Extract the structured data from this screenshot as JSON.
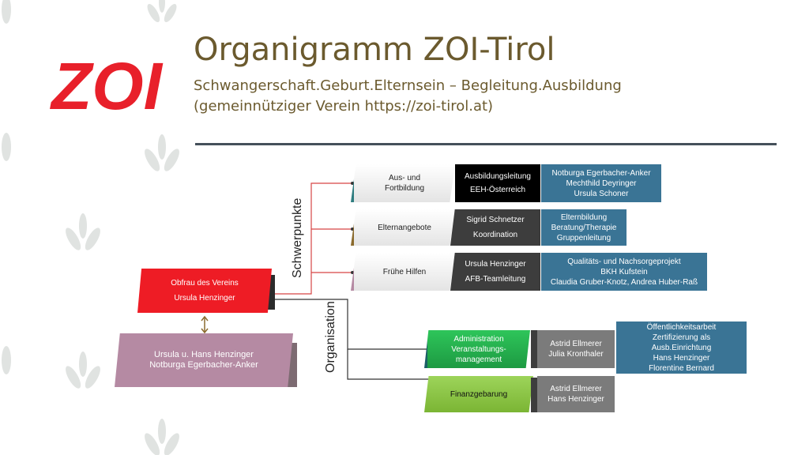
{
  "header": {
    "title": "Organigramm ZOI-Tirol",
    "subtitle_line1": "Schwangerschaft.Geburt.Elternsein – Begleitung.Ausbildung",
    "subtitle_line2": "(gemeinnütziger Verein https://zoi-tirol.at)"
  },
  "logo": {
    "text": "ZOI",
    "color": "#e8202a"
  },
  "colors": {
    "red": "#ee1c25",
    "mauve": "#b58aa3",
    "green": "#22b04c",
    "lime": "#8cc63e",
    "blue": "#3a7495",
    "dark": "#3d3d3d",
    "grey": "#7b7b7b",
    "rule": "#45505a",
    "connector_red": "#d64545"
  },
  "sections": {
    "schwerpunkte": "Schwerpunkte",
    "organisation": "Organisation"
  },
  "obfrau": {
    "line1": "Obfrau des Vereins",
    "line2": "Ursula Henzinger"
  },
  "board": {
    "line1": "Ursula u. Hans Henzinger",
    "line2": "Notburga  Egerbacher-Anker"
  },
  "rows": [
    {
      "area": [
        "Aus- und",
        "Fortbildung"
      ],
      "lead": [
        "Ausbildungsleitung",
        "EEH-Österreich"
      ],
      "people": [
        "Notburga Egerbacher-Anker",
        "Mechthild Deyringer",
        "Ursula Schoner"
      ]
    },
    {
      "area": [
        "Elternangebote"
      ],
      "lead": [
        "Sigrid Schnetzer",
        "Koordination"
      ],
      "people": [
        "Elternbildung",
        "Beratung/Therapie",
        "Gruppenleitung"
      ]
    },
    {
      "area": [
        "Frühe Hilfen"
      ],
      "lead": [
        "Ursula Henzinger",
        "AFB-Teamleitung"
      ],
      "people": [
        "Qualitäts- und Nachsorgeprojekt",
        "BKH Kufstein",
        "Claudia Gruber-Knotz, Andrea Huber-Raß"
      ]
    }
  ],
  "org_rows": [
    {
      "area": [
        "Administration",
        "Veranstaltungs-",
        "management"
      ],
      "people": [
        "Astrid Ellmerer",
        "Julia Kronthaler"
      ],
      "extra": [
        "Öffentlichkeitsarbeit",
        "Zertifizierung als",
        "Ausb.Einrichtung",
        "Hans Henzinger",
        "Florentine Bernard"
      ]
    },
    {
      "area": [
        "Finanzgebarung"
      ],
      "people": [
        "Astrid Ellmerer",
        "Hans Henzinger"
      ]
    }
  ]
}
